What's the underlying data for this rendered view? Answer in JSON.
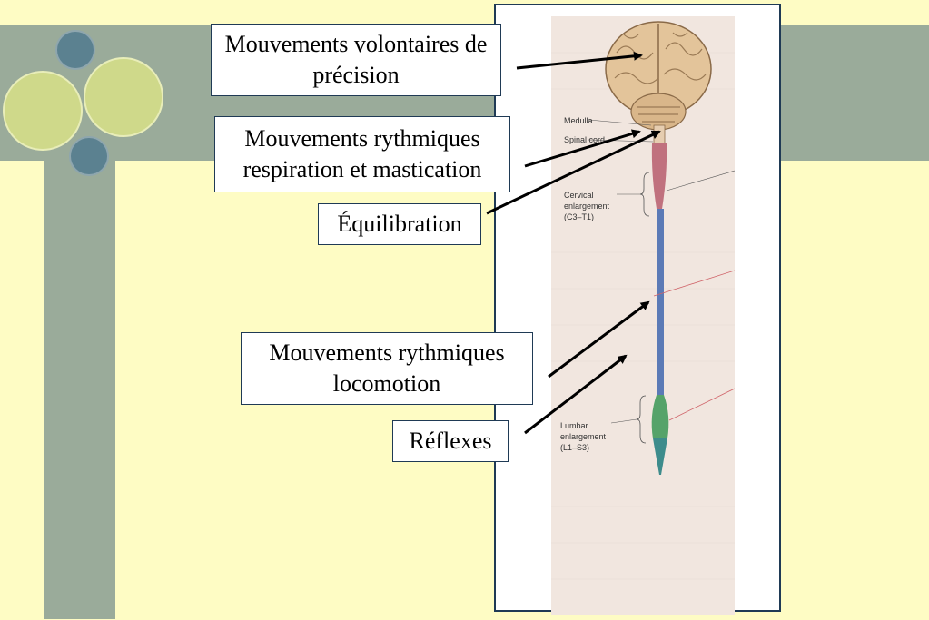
{
  "labels": {
    "mvt_volontaires": "Mouvements volontaires de précision",
    "mvt_respiration": "Mouvements rythmiques respiration et mastication",
    "equilibration": "Équilibration",
    "mvt_locomotion": "Mouvements rythmiques locomotion",
    "reflexes": "Réflexes"
  },
  "figure_labels": {
    "medulla": "Medulla",
    "spinal_cord": "Spinal cord",
    "cervical_1": "Cervical",
    "cervical_2": "enlargement",
    "cervical_3": "(C3–T1)",
    "lumbar_1": "Lumbar",
    "lumbar_2": "enlargement",
    "lumbar_3": "(L1–S3)"
  },
  "colors": {
    "background": "#fefcc4",
    "band": "#9aab9a",
    "cervical": "#c0717e",
    "thoracic": "#5b7ab6",
    "lumbar": "#55a36a",
    "sacral": "#3d8c8c",
    "brain": "#e3c49a"
  }
}
